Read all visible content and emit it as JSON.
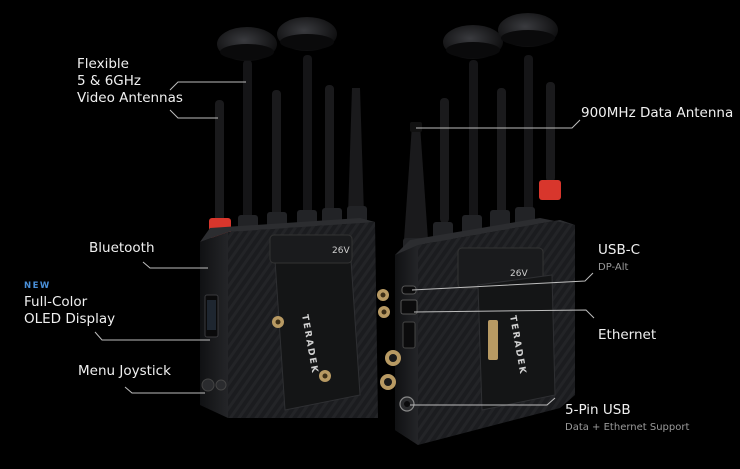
{
  "colors": {
    "background": "#000000",
    "body": "#1e1f22",
    "body_dark": "#141517",
    "accent_red": "#e0392f",
    "callout_line": "#bdbdbd",
    "new_badge": "#4a8fd8",
    "sub_text": "#9a9a9a"
  },
  "labels": {
    "video_antennas": [
      "Flexible",
      "5 & 6GHz",
      "Video Antennas"
    ],
    "bluetooth": "Bluetooth",
    "new_badge": "NEW",
    "oled": [
      "Full-Color",
      "OLED Display"
    ],
    "joystick": "Menu Joystick",
    "data_antenna": "900MHz Data Antenna",
    "usbc": "USB-C",
    "usbc_sub": "DP-Alt",
    "ethernet": "Ethernet",
    "five_pin": "5-Pin USB",
    "five_pin_sub": "Data + Ethernet Support"
  },
  "device": {
    "brand": "TERADEK",
    "battery_voltage": "26V"
  }
}
